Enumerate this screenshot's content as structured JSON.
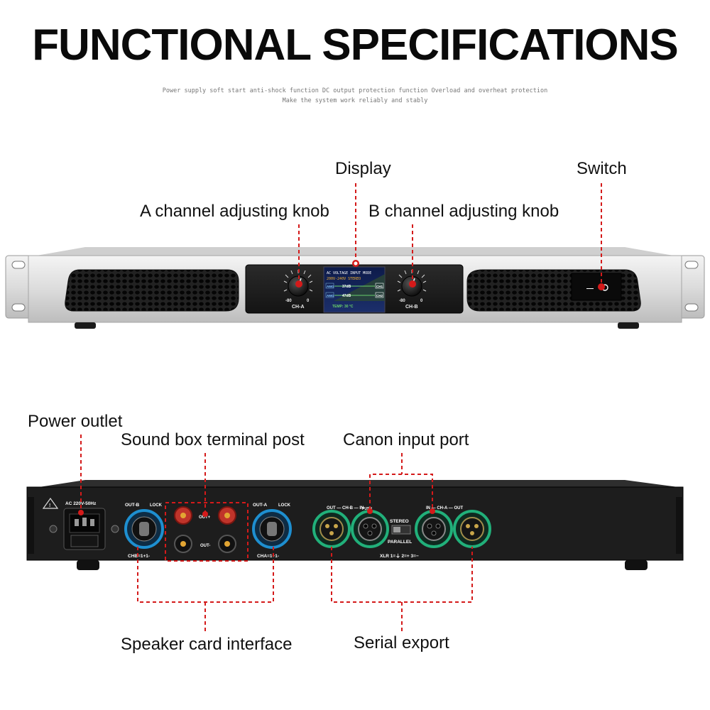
{
  "header": {
    "title": "FUNCTIONAL SPECIFICATIONS",
    "subtitle_line1": "Power supply soft start anti-shock function DC output protection function Overload and overheat protection",
    "subtitle_line2": "Make the system work reliably and stably"
  },
  "front_labels": {
    "display": "Display",
    "switch": "Switch",
    "a_knob": "A channel adjusting knob",
    "b_knob": "B channel adjusting knob"
  },
  "rear_labels": {
    "power_outlet": "Power outlet",
    "sound_box": "Sound box terminal post",
    "canon_input": "Canon input port",
    "speaker_card": "Speaker card interface",
    "serial_export": "Serial export"
  },
  "front_panel": {
    "screen": {
      "line1": "AC VOLTAGE   INPUT MODE",
      "line2": "200V-240V    STEREO",
      "chA_tag": "AMG",
      "chA_value": "37dB",
      "chA_end": "CH1",
      "chB_tag": "AMG",
      "chB_value": "47dB",
      "chB_end": "CH2",
      "temp": "TEMP:  30 °C"
    },
    "knob_a_label": "CH-A",
    "knob_b_label": "CH-B",
    "knob_min": "-80",
    "knob_max": "0"
  },
  "rear_panel": {
    "ac_label": "AC 220V-50Hz",
    "out_b": "OUT-B",
    "out_a": "OUT-A",
    "lock_b": "LOCK",
    "lock_a": "LOCK",
    "out_plus": "OUT+",
    "out_minus": "OUT-",
    "chb_pins": "CHB=1+1-",
    "cha_pins": "CHA=1+1-",
    "xlr_b_header": "OUT — CH-B — IN",
    "xlr_a_header": "IN — CH-A — OUT",
    "push": "PUSH",
    "stereo": "STEREO",
    "parallel": "PARALLEL",
    "xlr_pins": "XLR  1=⏚  2=+  3=−"
  },
  "colors": {
    "accent_red": "#d41a1a",
    "chassis_silver": "#e4e4e4",
    "chassis_dark": "#1c1c1c",
    "speakon_blue": "#1e8fd0",
    "xlr_green": "#21b07a"
  }
}
